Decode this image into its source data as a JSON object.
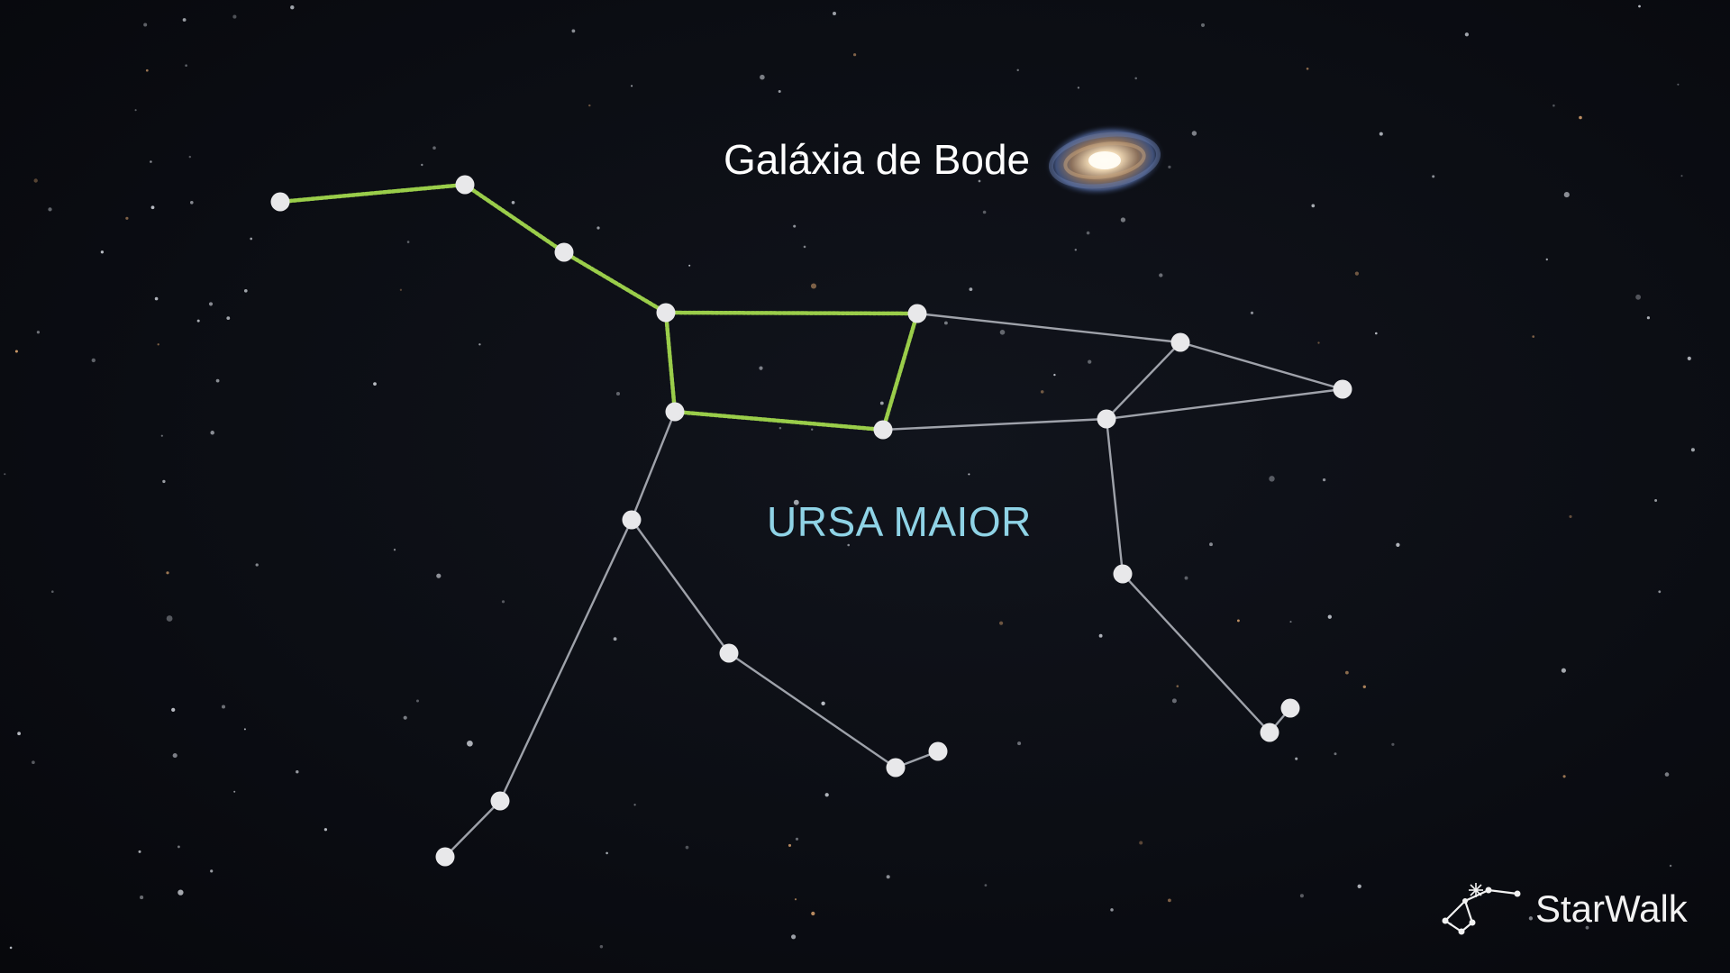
{
  "galaxy": {
    "label": "Galáxia de Bode",
    "icon": "galaxy-icon"
  },
  "constellation": {
    "label": "URSA MAIOR"
  },
  "brand": {
    "name": "StarWalk",
    "icon": "big-dipper-logo-icon"
  },
  "colors": {
    "background": "#0b0d13",
    "star": "#e8e8ea",
    "line": "#b9bcc4",
    "asterism": "#9acd4a",
    "constellation_label": "#8fd3e6",
    "galaxy_label": "#ffffff"
  }
}
